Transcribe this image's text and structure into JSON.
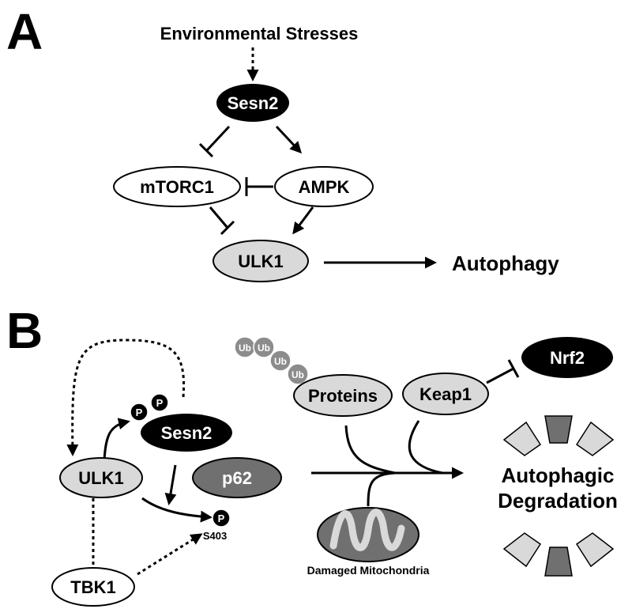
{
  "panel_a": {
    "letter": "A",
    "stress": "Environmental Stresses",
    "sesn2": "Sesn2",
    "mtorc1": "mTORC1",
    "ampk": "AMPK",
    "ulk1": "ULK1",
    "autophagy": "Autophagy"
  },
  "panel_b": {
    "letter": "B",
    "ulk1": "ULK1",
    "sesn2": "Sesn2",
    "p62": "p62",
    "phospho": "P",
    "s403": "S403",
    "tbk1": "TBK1",
    "ub": "Ub",
    "proteins": "Proteins",
    "keap1": "Keap1",
    "nrf2": "Nrf2",
    "mito": "Damaged Mitochondria",
    "degradation_line1": "Autophagic",
    "degradation_line2": "Degradation"
  },
  "colors": {
    "black": "#000000",
    "light_gray": "#d9d9d9",
    "dark_gray": "#707070",
    "ub_gray": "#8c8c8c",
    "white": "#ffffff"
  }
}
